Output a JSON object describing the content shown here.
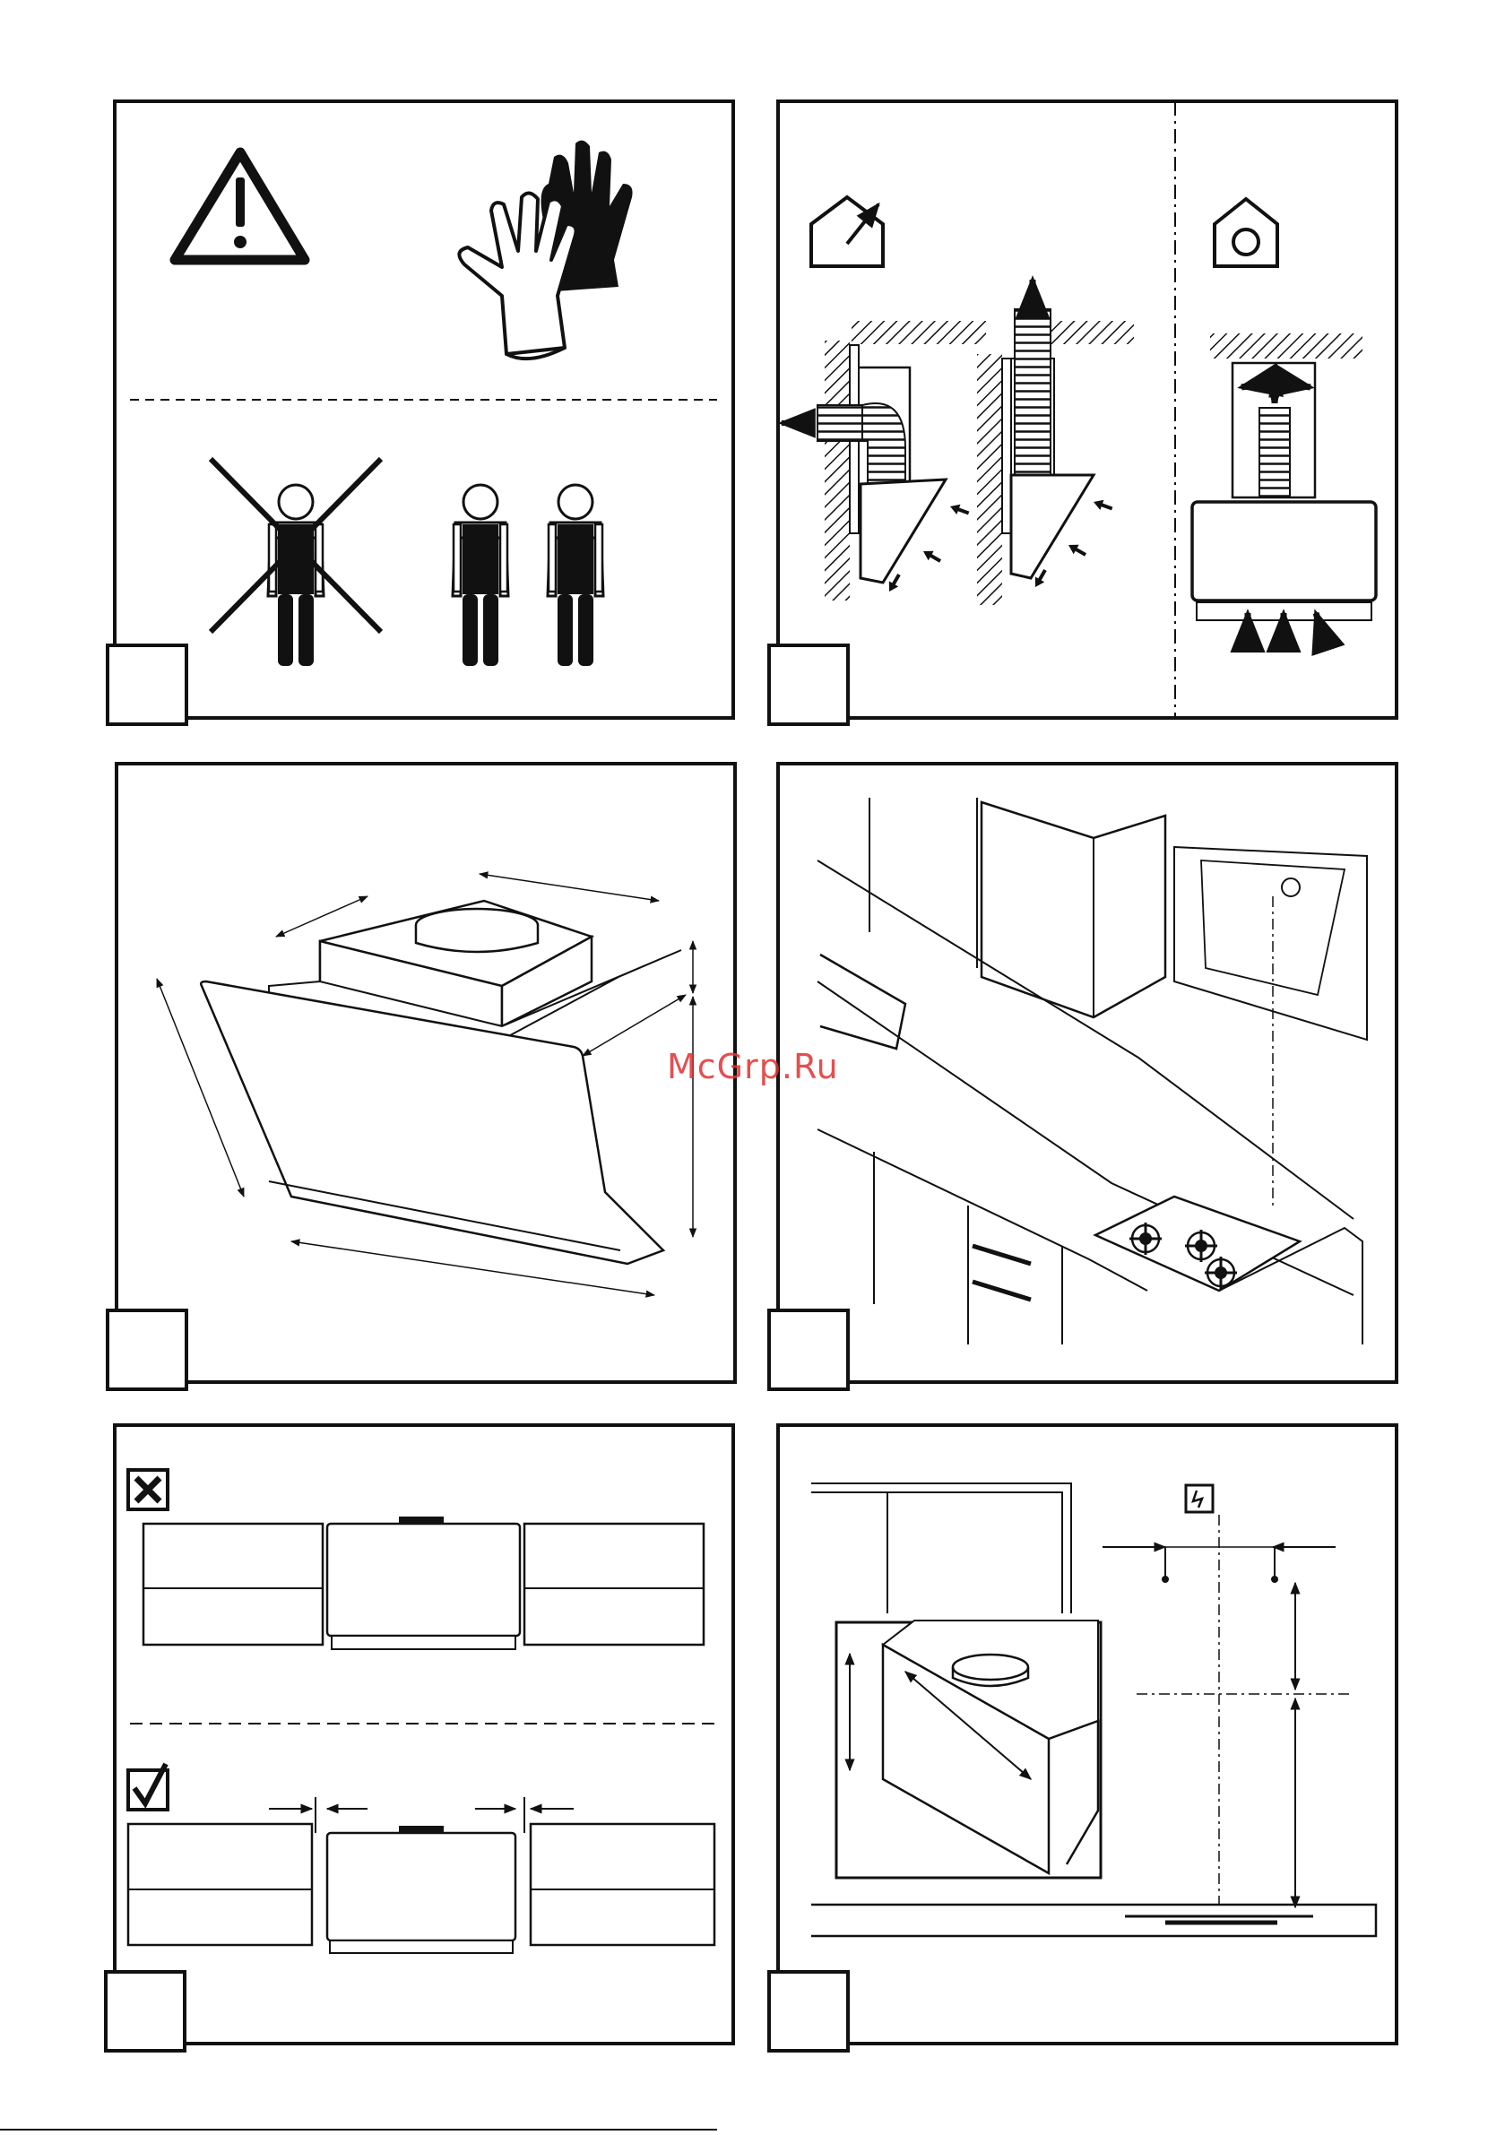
{
  "page": {
    "watermark": "McGrp.Ru"
  },
  "panels": [
    {
      "id": "safety",
      "icons": [
        "warning-triangle-icon",
        "protective-gloves-icon",
        "two-person-lift-icon"
      ]
    },
    {
      "id": "ventilation-modes",
      "icons": [
        "ducted-extraction-house-icon",
        "recirculation-house-icon"
      ]
    },
    {
      "id": "hood-dimensions",
      "icons": [
        "dimension-arrows-icon"
      ]
    },
    {
      "id": "kitchen-installation",
      "icons": [
        "cooktop-icon",
        "wall-cabinet-icon"
      ]
    },
    {
      "id": "cabinet-clearance",
      "icons": [
        "wrong-cross-icon",
        "correct-check-icon"
      ]
    },
    {
      "id": "mounting-height",
      "icons": [
        "electrical-socket-icon",
        "duct-collar-icon"
      ]
    }
  ],
  "colors": {
    "line": "#111111",
    "watermark": "#e03131",
    "paper": "#ffffff"
  }
}
